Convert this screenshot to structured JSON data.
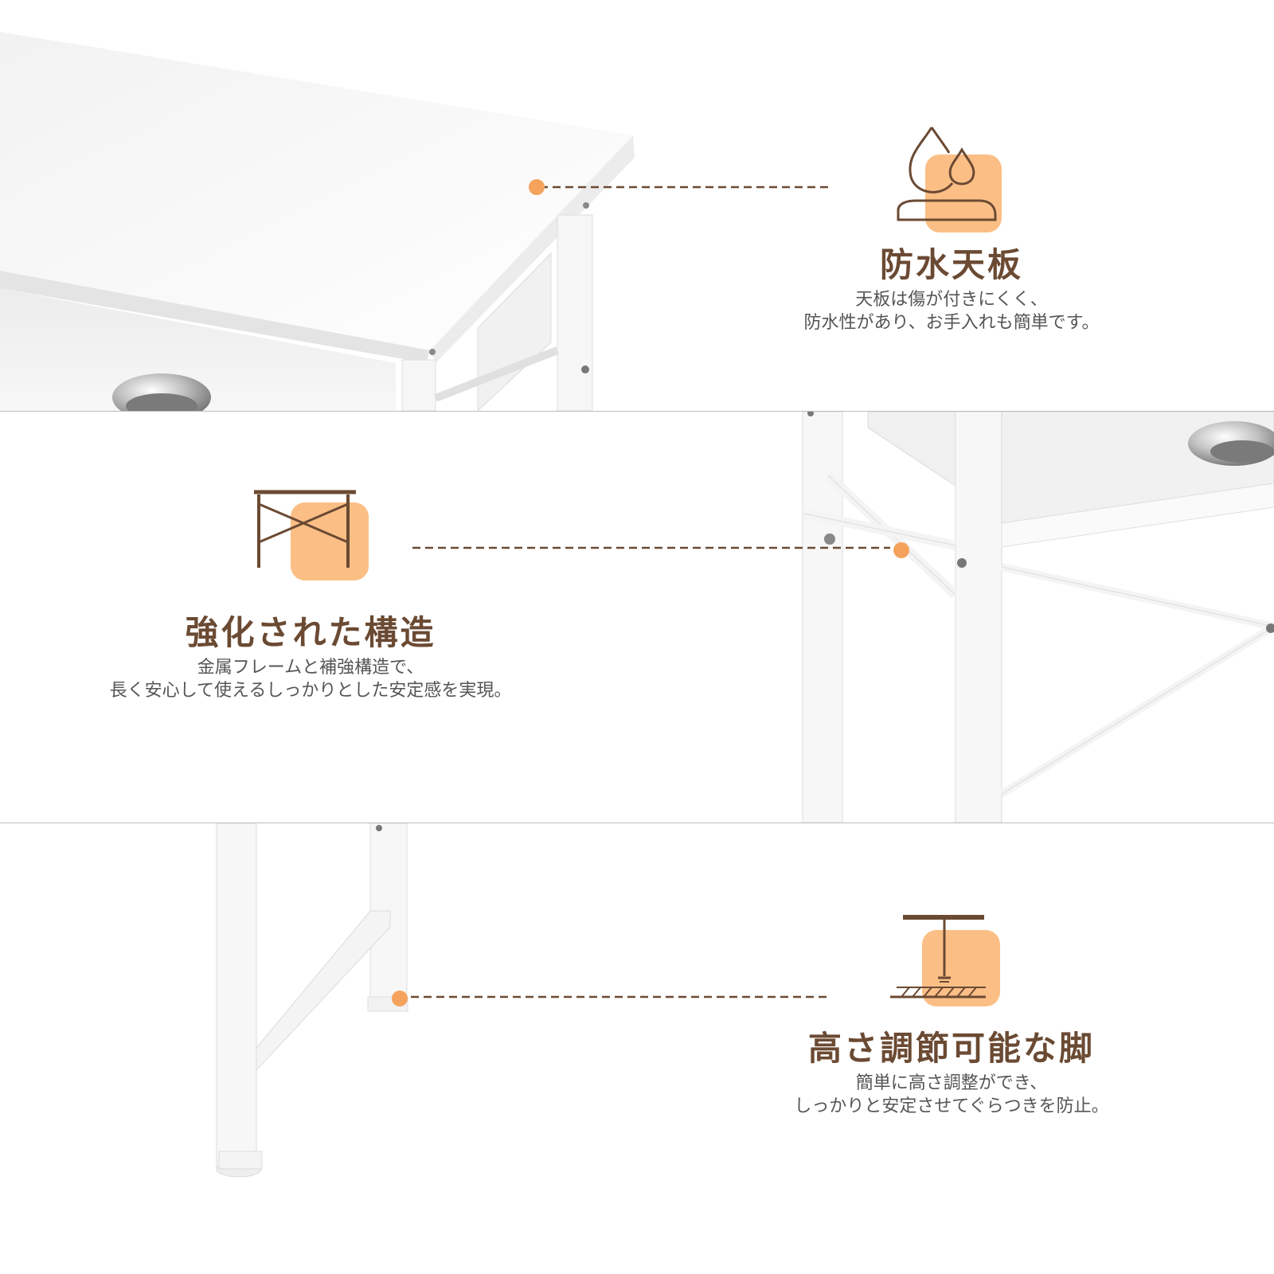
{
  "features": [
    {
      "id": "waterproof-top",
      "icon": "water-drops-icon",
      "title": "防水天板",
      "desc_line1": "天板は傷が付きにくく、",
      "desc_line2": "防水性があり、お手入れも簡単です。"
    },
    {
      "id": "reinforced-structure",
      "icon": "x-brace-frame-icon",
      "title": "強化された構造",
      "desc_line1": "金属フレームと補強構造で、",
      "desc_line2": "長く安心して使えるしっかりとした安定感を実現。"
    },
    {
      "id": "adjustable-feet",
      "icon": "adjustable-foot-icon",
      "title": "高さ調節可能な脚",
      "desc_line1": "簡単に高さ調整ができ、",
      "desc_line2": "しっかりと安定させてぐらつきを防止。"
    }
  ],
  "colors": {
    "accent_orange": "#f5a35c",
    "icon_fill": "#fbbf86",
    "icon_stroke": "#6b4a33",
    "title_brown": "#6b4a33",
    "desc_gray": "#555555"
  }
}
